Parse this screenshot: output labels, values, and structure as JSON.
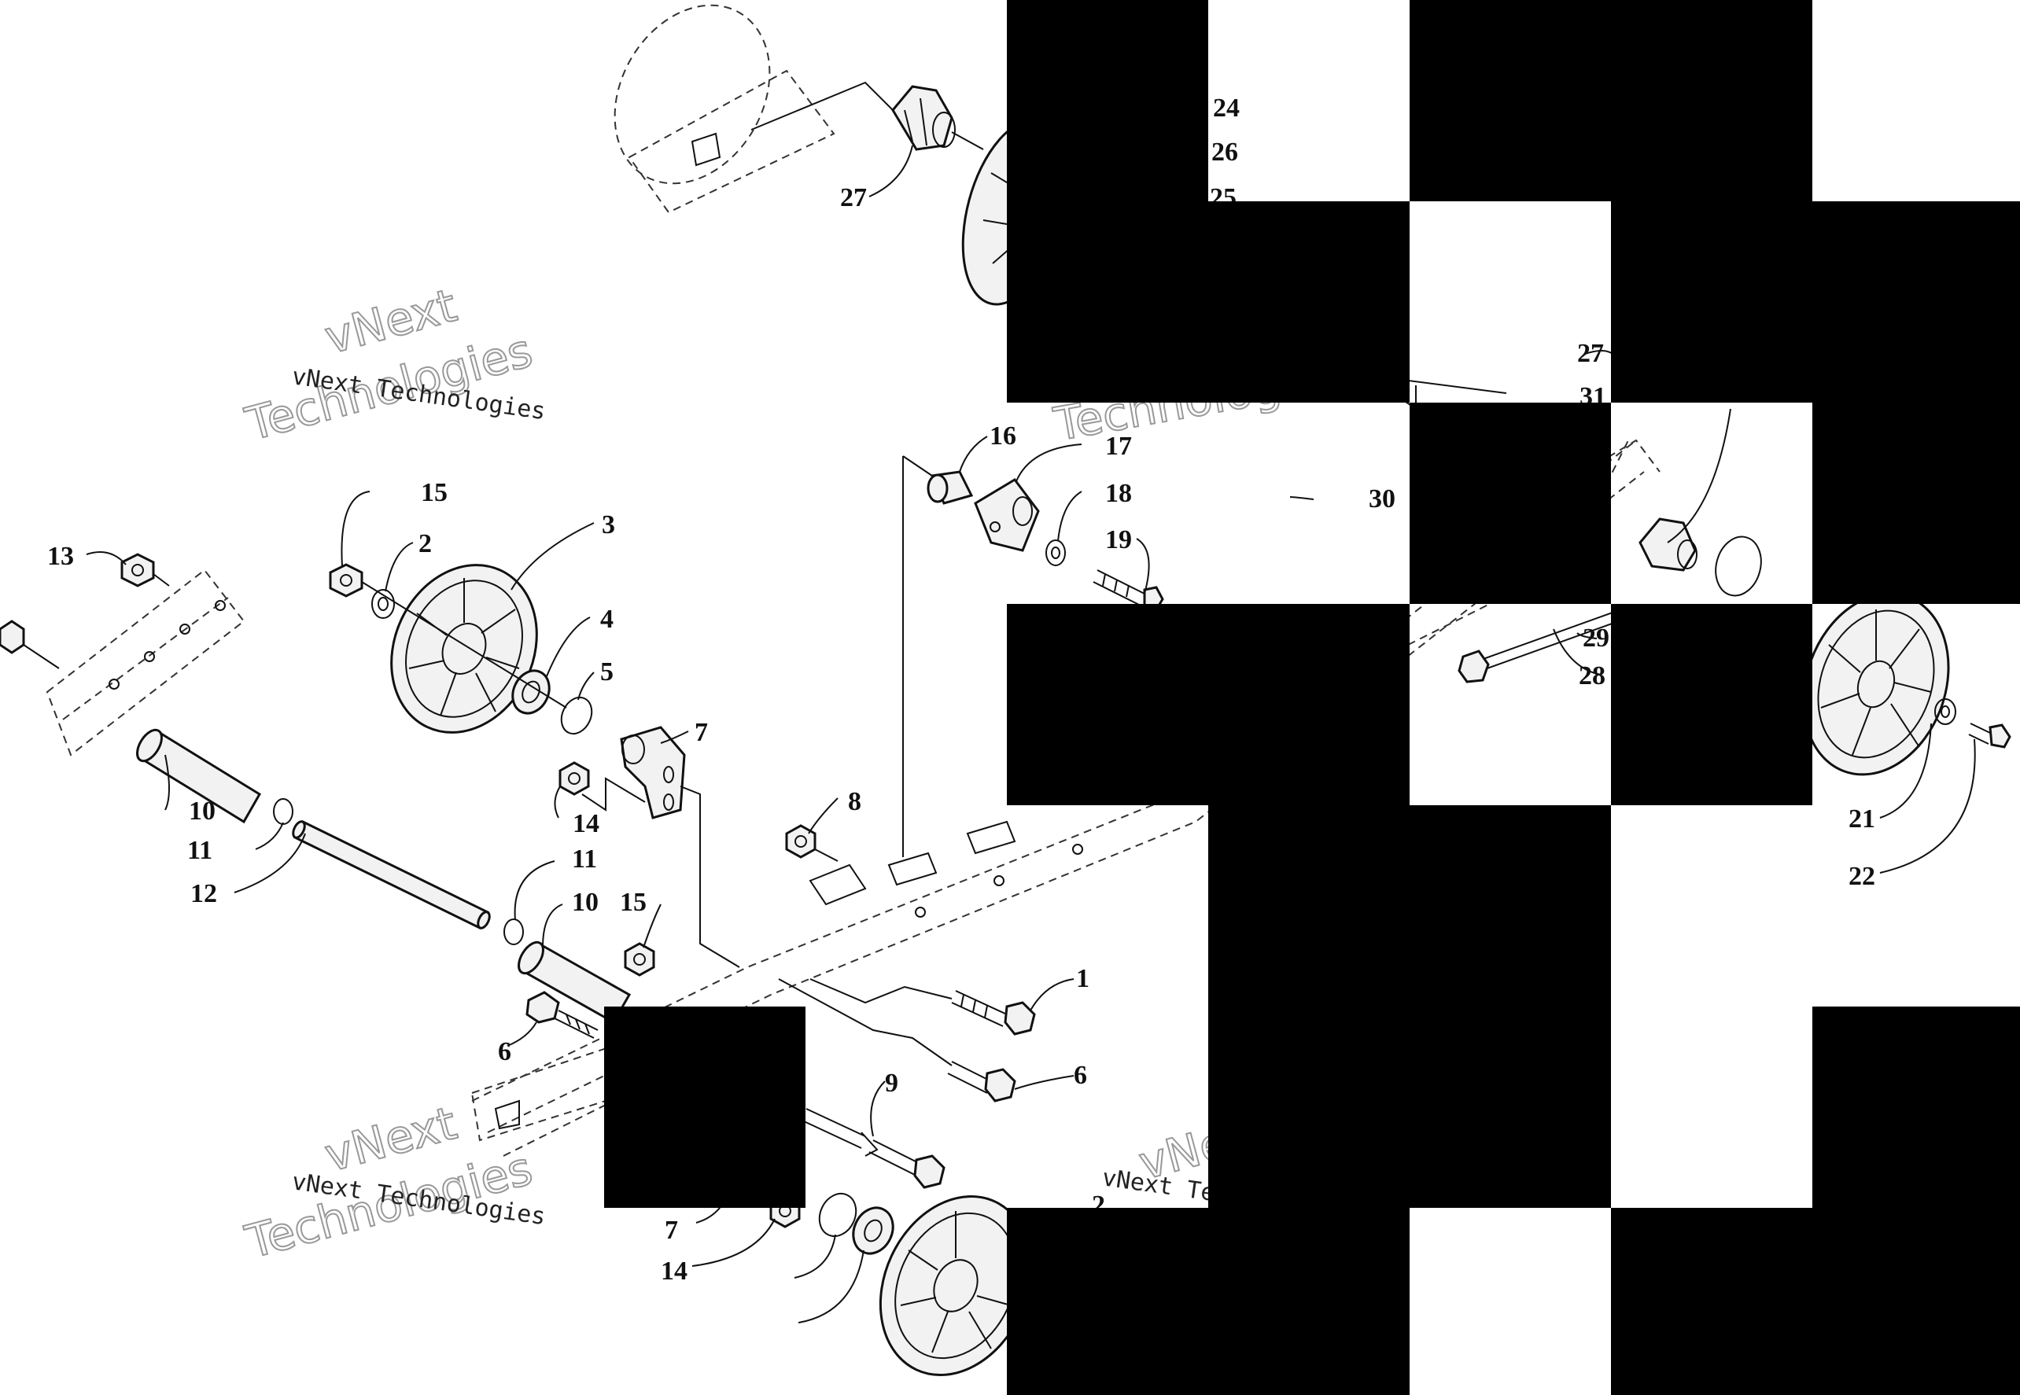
{
  "watermark": {
    "small_text": "vNext Technologies",
    "big_line1": "vNext",
    "big_line2": "Technologies",
    "partial_right_top": "Technologies",
    "partial_right_bottom_small": "vNext Tec",
    "partial_right_bottom_big": "vNe"
  },
  "callouts": {
    "n1": "1",
    "n2": "2",
    "n3": "3",
    "n4": "4",
    "n5": "5",
    "n6": "6",
    "n7": "7",
    "n8": "8",
    "n9": "9",
    "n10": "10",
    "n11": "11",
    "n12": "12",
    "n13": "13",
    "n14": "14",
    "n15": "15",
    "n16": "16",
    "n17": "17",
    "n18": "18",
    "n19": "19",
    "n21": "21",
    "n22": "22",
    "n24": "24",
    "n25": "25",
    "n26": "26",
    "n27": "27",
    "n28": "28",
    "n29": "29",
    "n30": "30",
    "n31": "31"
  },
  "colors": {
    "ink": "#111111",
    "mask": "#000000",
    "paper": "#ffffff",
    "watermark_outline": "#999999"
  }
}
